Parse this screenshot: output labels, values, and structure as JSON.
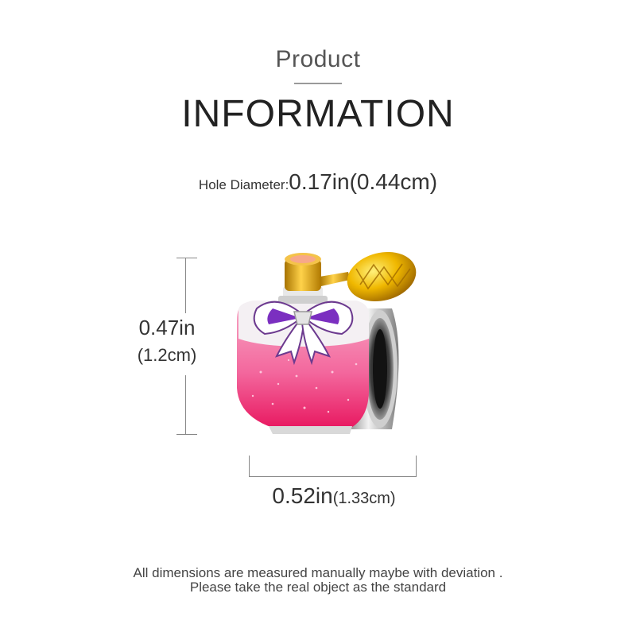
{
  "header": {
    "subtitle": "Product",
    "title": "INFORMATION"
  },
  "hole": {
    "label": "Hole Diameter:",
    "value": "0.17in(0.44cm)"
  },
  "dimensions": {
    "height_in": "0.47in",
    "height_cm": "(1.2cm)",
    "width_in": "0.52in",
    "width_cm": "(1.33cm)"
  },
  "product": {
    "icon": "perfume-bottle-charm-image",
    "colors": {
      "enamel_pink": "#f24f8f",
      "bow_purple": "#7b2fc0",
      "gold": "#e0a500",
      "silver": "#c9c9c9"
    }
  },
  "footer": {
    "note_line1": "All dimensions are measured manually maybe with deviation .",
    "note_line2": "Please take the real object as the standard"
  }
}
